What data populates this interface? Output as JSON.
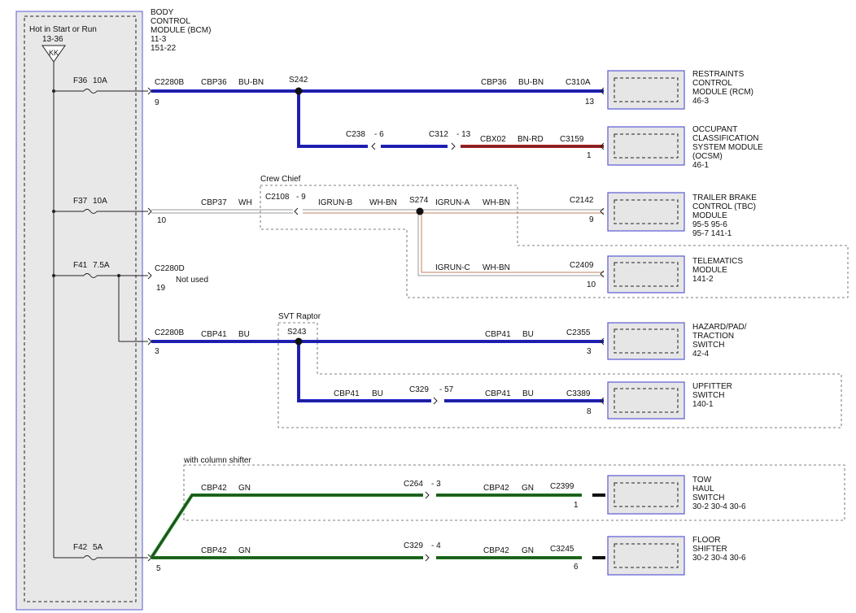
{
  "colors": {
    "blue": "#1f1fd6",
    "green": "#1e7a1e",
    "red": "#b02222",
    "white_wire": "#9a9a9a",
    "module_fill": "#e6e6e6",
    "module_border": "#5a5ad6",
    "fuse_panel_fill": "#e8e8e8"
  },
  "fuse_panel": {
    "hot_label": "Hot in Start or Run",
    "hot_ref": "13-36",
    "bus": "KK",
    "fuses": [
      {
        "id": "F36",
        "rating": "10A"
      },
      {
        "id": "F37",
        "rating": "10A"
      },
      {
        "id": "F41",
        "rating": "7.5A"
      },
      {
        "id": "F42",
        "rating": "5A"
      }
    ]
  },
  "bcm": {
    "title": [
      "BODY",
      "CONTROL",
      "MODULE (BCM)"
    ],
    "refs": [
      "11-3",
      "151-22"
    ]
  },
  "pins": {
    "bcm_c2280b_top": "C2280B",
    "bcm_pin9": "9",
    "bcm_pin10": "10",
    "bcm_c2280d": "C2280D",
    "bcm_pin19": "19",
    "not_used": "Not used",
    "bcm_c2280b_mid": "C2280B",
    "bcm_pin3": "3",
    "bcm_pin5": "5"
  },
  "option_labels": {
    "crew_chief": "Crew Chief",
    "svt_raptor": "SVT Raptor",
    "column_shifter": "with column shifter"
  },
  "wire_labels": {
    "cbp36_a": "CBP36",
    "bubn_a": "BU-BN",
    "s242": "S242",
    "cbp36_b": "CBP36",
    "bubn_b": "BU-BN",
    "c310a": "C310A",
    "pin13": "13",
    "c238": "C238",
    "c238_pin": "- 6",
    "c312": "C312",
    "c312_pin": "- 13",
    "cbx02": "CBX02",
    "bnrd": "BN-RD",
    "c3159": "C3159",
    "pin1_ocsm": "1",
    "cbp37": "CBP37",
    "wh": "WH",
    "c2108": "C2108",
    "c2108_pin": "- 9",
    "igrunb": "IGRUN-B",
    "whbn_a": "WH-BN",
    "s274": "S274",
    "igruna": "IGRUN-A",
    "whbn_b": "WH-BN",
    "c2142": "C2142",
    "pin9_tbc": "9",
    "igrunc": "IGRUN-C",
    "whbn_c": "WH-BN",
    "c2409": "C2409",
    "pin10_tel": "10",
    "cbp41_a": "CBP41",
    "bu_a": "BU",
    "s243": "S243",
    "cbp41_b": "CBP41",
    "bu_b": "BU",
    "c2355": "C2355",
    "pin3_haz": "3",
    "cbp41_c": "CBP41",
    "bu_c": "BU",
    "c329a": "C329",
    "c329a_pin": "- 57",
    "cbp41_d": "CBP41",
    "bu_d": "BU",
    "c3389": "C3389",
    "pin8_up": "8",
    "cbp42_a": "CBP42",
    "gn_a": "GN",
    "c264": "C264",
    "c264_pin": "- 3",
    "cbp42_b": "CBP42",
    "gn_b": "GN",
    "c2399": "C2399",
    "pin1_tow": "1",
    "cbp42_c": "CBP42",
    "gn_c": "GN",
    "c329b": "C329",
    "c329b_pin": "- 4",
    "cbp42_d": "CBP42",
    "gn_d": "GN",
    "c3245": "C3245",
    "pin6_floor": "6"
  },
  "modules": {
    "rcm": {
      "lines": [
        "RESTRAINTS",
        "CONTROL",
        "MODULE (RCM)",
        "46-3"
      ]
    },
    "ocsm": {
      "lines": [
        "OCCUPANT",
        "CLASSIFICATION",
        "SYSTEM MODULE",
        "(OCSM)",
        "46-1"
      ]
    },
    "tbc": {
      "lines": [
        "TRAILER BRAKE",
        "CONTROL (TBC)",
        "MODULE",
        "95-5   95-6",
        "95-7   141-1"
      ]
    },
    "telematics": {
      "lines": [
        "TELEMATICS",
        "MODULE",
        "141-2"
      ]
    },
    "hazard": {
      "lines": [
        "HAZARD/PAD/",
        "TRACTION",
        "SWITCH",
        "42-4"
      ]
    },
    "upfitter": {
      "lines": [
        "UPFITTER",
        "SWITCH",
        "140-1"
      ]
    },
    "tow": {
      "lines": [
        "TOW",
        "HAUL",
        "SWITCH",
        "30-2   30-4   30-6"
      ]
    },
    "floor": {
      "lines": [
        "FLOOR",
        "SHIFTER",
        "30-2   30-4   30-6"
      ]
    }
  }
}
